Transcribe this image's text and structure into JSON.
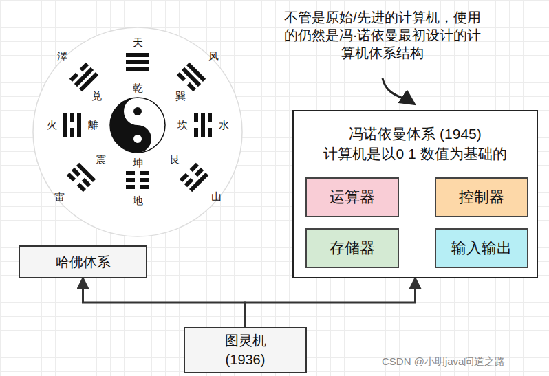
{
  "diagram": {
    "nodes": [
      {
        "text": [
          "冯诺依曼体系 (1945)",
          "计算机是以0 1 数值为基础的"
        ]
      },
      {
        "text": [
          "运算器"
        ],
        "in": 0
      },
      {
        "text": [
          "控制器"
        ],
        "in": 0
      },
      {
        "text": [
          "存储器"
        ],
        "in": 0
      },
      {
        "text": [
          "输入输出"
        ],
        "in": 0
      },
      {
        "text": [
          "哈佛体系"
        ]
      },
      {
        "text": [
          "图灵机 (1936)"
        ]
      }
    ],
    "edges": [
      {
        "from": 6,
        "to": 5,
        "arrow": "to"
      },
      {
        "from": 6,
        "to": 0,
        "arrow": "to"
      }
    ],
    "labels": [
      "不管是原始/先进的计算机，使用的仍然是冯·诺依曼最初设计的计算机体系结构",
      "澤",
      "兑",
      "天",
      "乾",
      "风",
      "巽",
      "火",
      "離",
      "坎",
      "水",
      "震",
      "雷",
      "坤",
      "地",
      "艮",
      "山",
      "CSDN @小明java问道之路"
    ]
  }
}
